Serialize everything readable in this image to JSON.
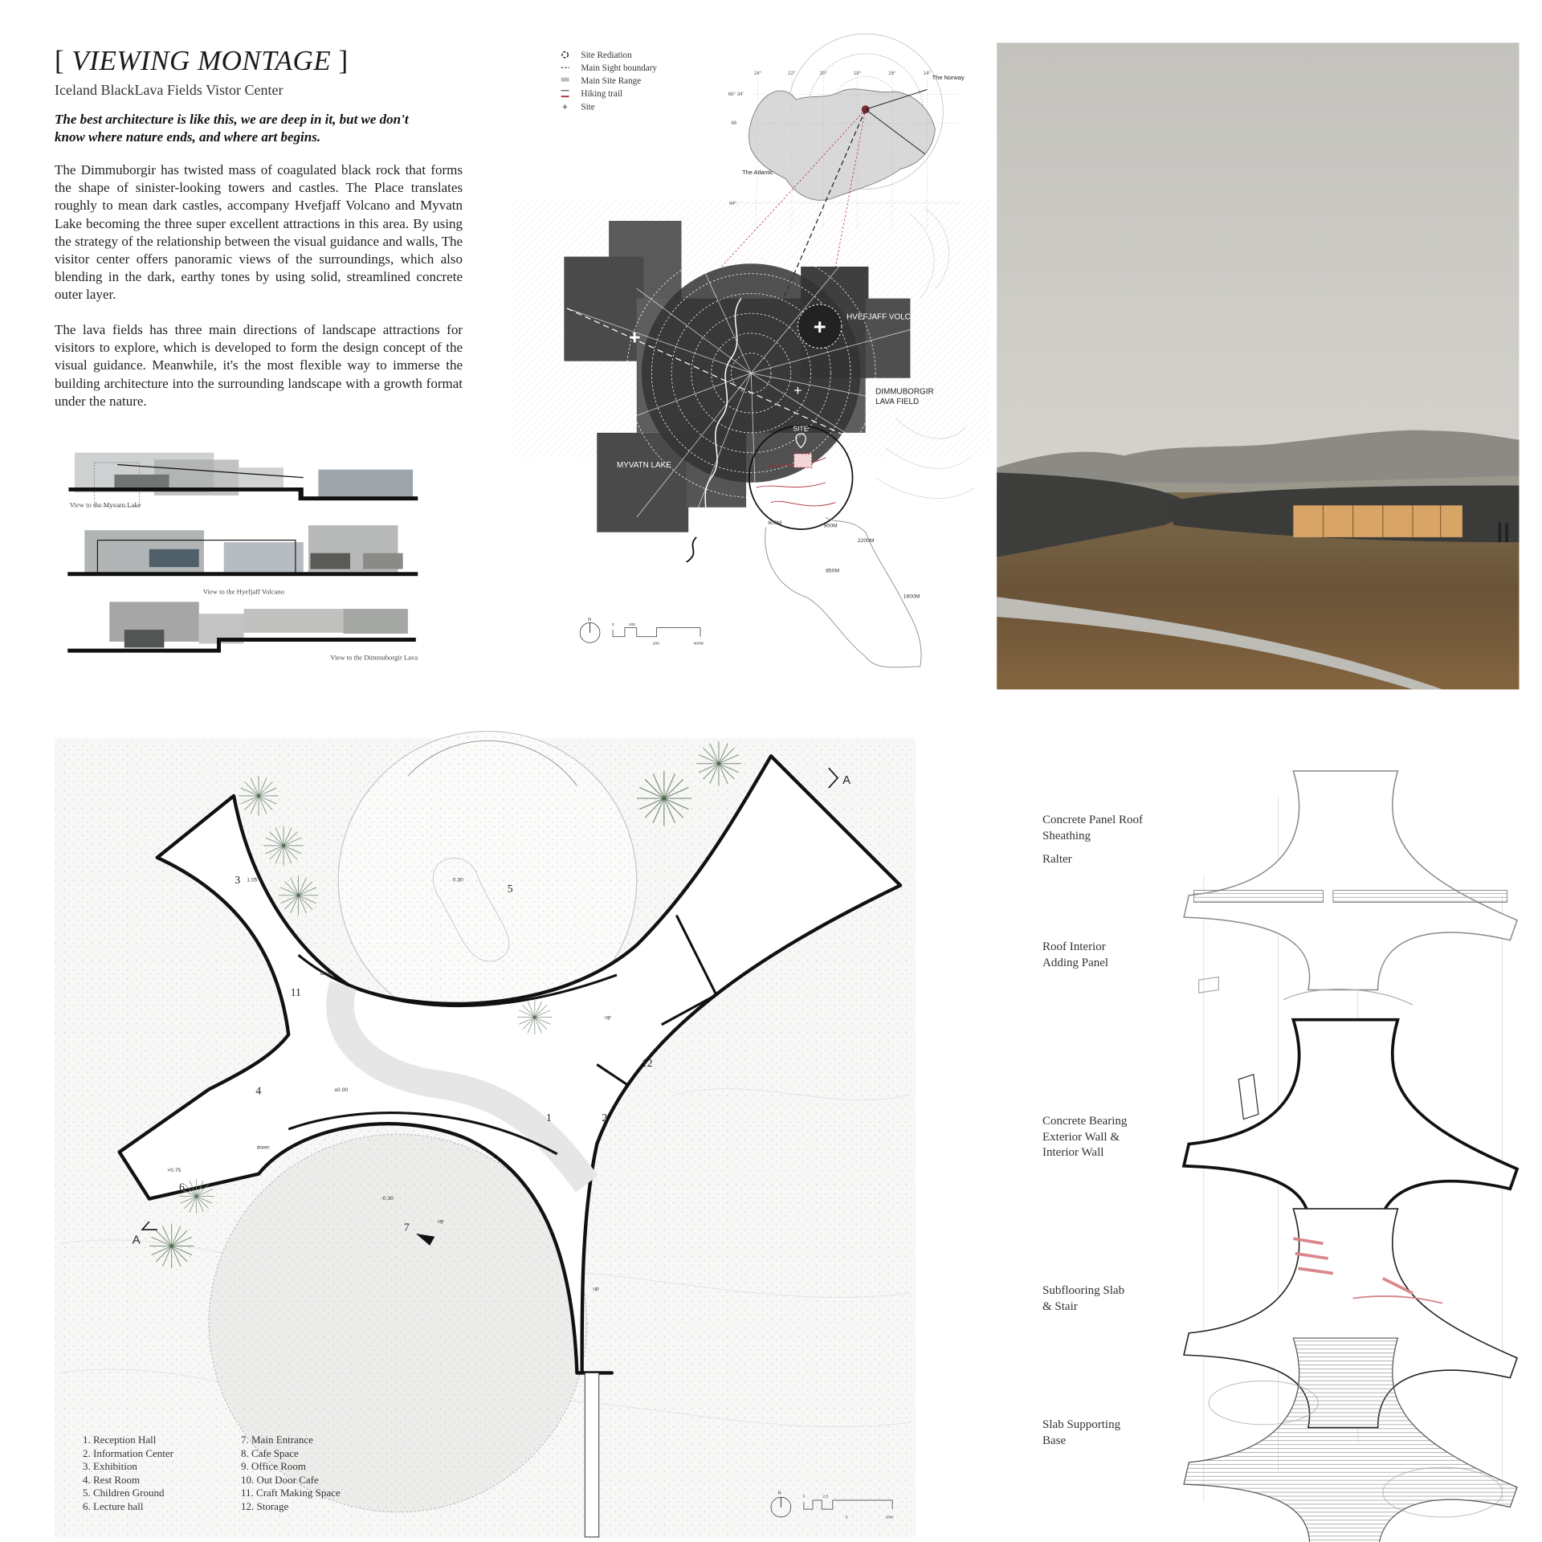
{
  "header": {
    "title_open": "[",
    "title": "VIEWING MONTAGE",
    "title_close": "]",
    "subtitle": "Iceland BlackLava Fields Vistor Center",
    "quote": [
      "The best architecture is like this, we are deep in it, but we don't",
      "know where nature ends, and where art begins."
    ],
    "paragraphs": [
      "The Dimmuborgir has twisted mass of coagulated black rock that forms the shape of sinister-looking towers and castles. The Place translates roughly to mean dark castles, accompany Hvefjaff Volcano and Myvatn Lake becoming the three super excellent attractions in this area. By using the strategy of the relationship between the visual guidance and walls, The visitor center offers panoramic views of the surroundings, which also blending in the dark, earthy tones by using solid, streamlined concrete outer layer.",
      "The lava fields has three main directions of landscape attractions for visitors to explore, which is developed to form the design concept of the visual guidance. Meanwhile, it's the most flexible way to immerse the building architecture into the surrounding landscape with a growth format under the nature."
    ]
  },
  "sections": [
    {
      "caption": "View to the Myvarn Lake"
    },
    {
      "caption": "View to the Hyefjaff Volcano"
    },
    {
      "caption": "View to the Dimmuborgir Lava"
    }
  ],
  "site_map": {
    "legend": [
      {
        "icon": "site-radiation-icon",
        "label": "Site Rediation"
      },
      {
        "icon": "dashed-line-icon",
        "label": "Main Sight boundary"
      },
      {
        "icon": "gray-block-icon",
        "label": "Main Site Range"
      },
      {
        "icon": "red-line-icon",
        "label": "Hiking trail"
      },
      {
        "icon": "plus-icon",
        "label": "Site"
      }
    ],
    "degrees": [
      "24°",
      "22°",
      "20°",
      "18°",
      "16°",
      "14°"
    ],
    "latitudes": [
      "66° 34'",
      "66",
      "64°"
    ],
    "the_norway": "The Norway",
    "the_atlantic": "The Atlantic",
    "volcano": "HVEFJAFF VOLCANO",
    "lava_field": [
      "DIMMUBORGIR",
      "LAVA FIELD"
    ],
    "site": "SITE",
    "lake": "MYVATN LAKE",
    "contours": [
      "600M",
      "900M",
      "2200M",
      "850M",
      "1600M"
    ],
    "scale": {
      "north": "N",
      "ticks": [
        "0",
        "100",
        "200",
        "400M"
      ]
    },
    "colors": {
      "trail": "#b0283a",
      "dark": "#3a3a3a"
    }
  },
  "photo": {
    "colors": {
      "sky": "#d3d1cb",
      "ground": "#6e5a3c",
      "wall": "#3b3b39",
      "glass": "#d8a567"
    }
  },
  "plan": {
    "rooms": [
      "1",
      "2",
      "3",
      "4",
      "5",
      "6",
      "7",
      "11",
      "12"
    ],
    "levels": [
      "1.05",
      "0.30",
      "±0.00",
      "+0.75",
      "-0.30"
    ],
    "stairs": [
      "down",
      "down",
      "up",
      "up",
      "up"
    ],
    "section_marker": "A",
    "legend": [
      "1.  Reception Hall",
      "2.  Information Center",
      "3.  Exhibition",
      "4.  Rest Room",
      "5.  Children Ground",
      "6.  Lecture hall",
      "7.  Main Entrance",
      "8.  Cafe Space",
      "9.  Office Room",
      "10. Out Door Cafe",
      "11. Craft Making Space",
      "12. Storage"
    ],
    "scale": {
      "north": "N",
      "ticks": [
        "0",
        "2.5",
        "5",
        "10M"
      ]
    }
  },
  "exploded": {
    "labels": [
      [
        "Concrete Panel Roof",
        "Sheathing"
      ],
      [
        "Ralter"
      ],
      [
        "Roof Interior",
        "Adding Panel"
      ],
      [
        "Concrete Bearing",
        "Exterior Wall &",
        "Interior Wall"
      ],
      [
        "Subflooring Slab",
        "& Stair"
      ],
      [
        "Slab Supporting",
        "Base"
      ]
    ],
    "accent": "#d9868c"
  }
}
